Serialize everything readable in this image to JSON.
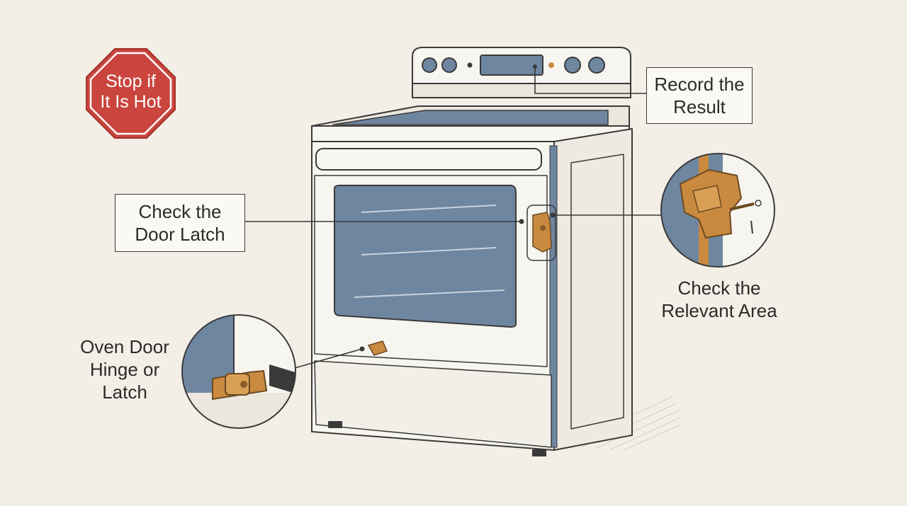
{
  "stop_sign": {
    "line1": "Stop if",
    "line2": "It Is Hot",
    "color": "#c9453d"
  },
  "labels": {
    "record_result": {
      "line1": "Record the",
      "line2": "Result"
    },
    "door_latch": {
      "line1": "Check the",
      "line2": "Door Latch"
    },
    "relevant_area": {
      "line1": "Check the",
      "line2": "Relevant Area"
    },
    "hinge_latch": {
      "line1": "Oven Door",
      "line2": "Hinge or",
      "line3": "Latch"
    }
  },
  "colors": {
    "background": "#f3efe6",
    "appliance": "#f7f5ef",
    "glass": "#6f86a0",
    "brass": "#c98a3f",
    "outline": "#3a3a3a"
  },
  "icons": [
    "stop-sign-icon",
    "oven-range-icon",
    "door-latch-icon",
    "hinge-icon"
  ]
}
